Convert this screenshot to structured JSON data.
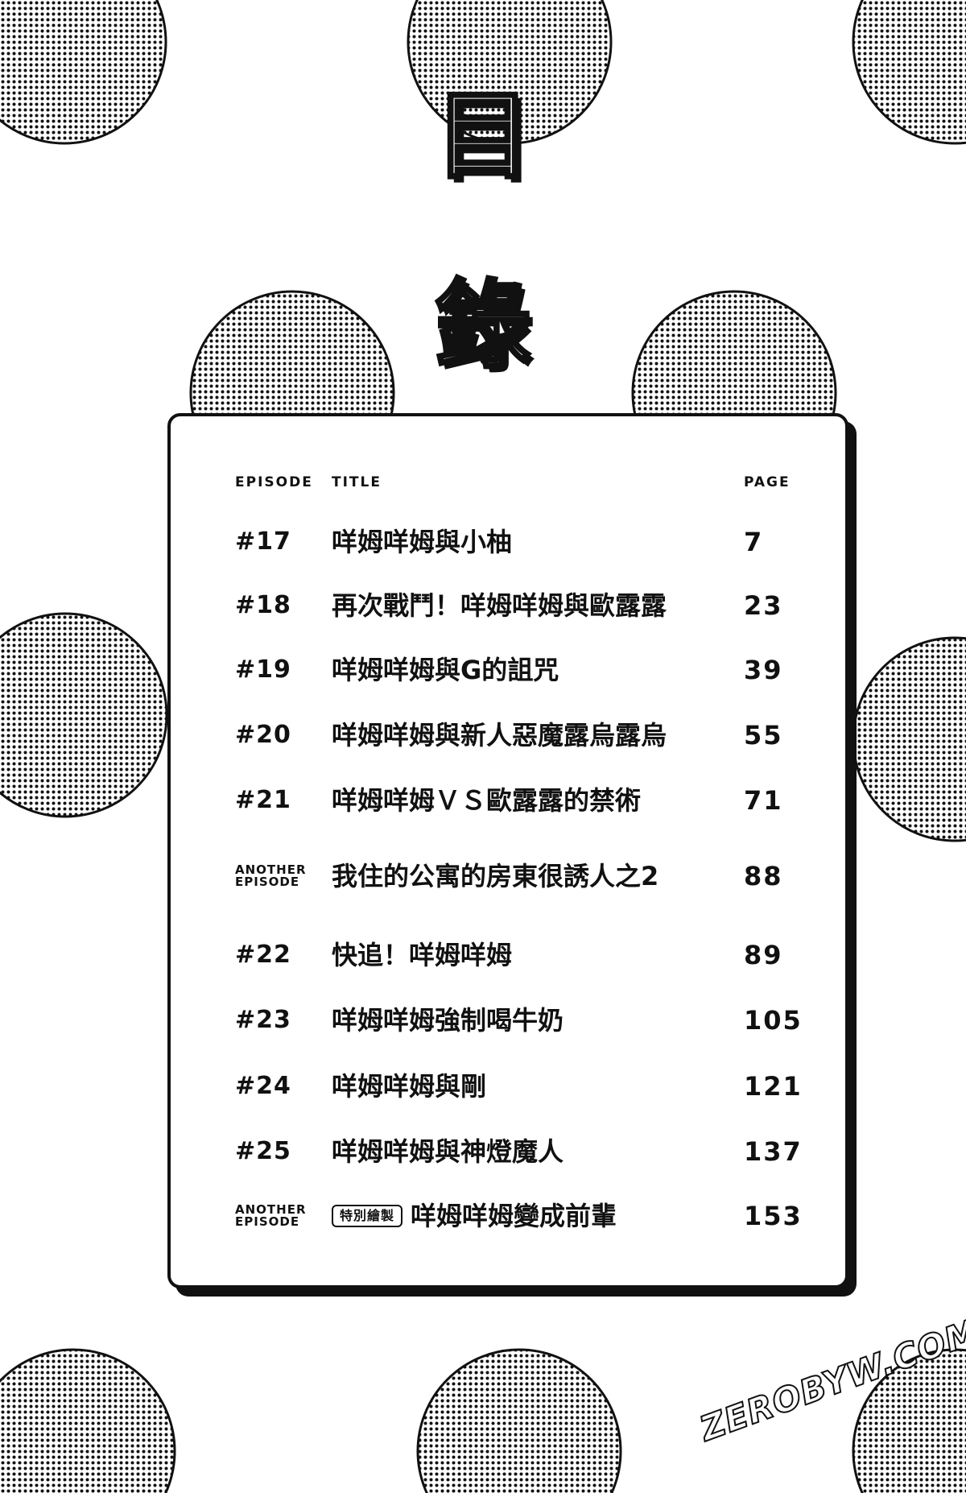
{
  "heading": {
    "line1": "目",
    "line2": "錄"
  },
  "columns": {
    "episode": "EPISODE",
    "title": "TITLE",
    "page": "PAGE"
  },
  "entries": [
    {
      "episode": "#17",
      "title": "咩姆咩姆與小柚",
      "page": "7"
    },
    {
      "episode": "#18",
      "title": "再次戰鬥！咩姆咩姆與歐露露",
      "page": "23"
    },
    {
      "episode": "#19",
      "title": "咩姆咩姆與G的詛咒",
      "page": "39"
    },
    {
      "episode": "#20",
      "title": "咩姆咩姆與新人惡魔露烏露烏",
      "page": "55"
    },
    {
      "episode": "#21",
      "title": "咩姆咩姆ＶＳ歐露露的禁術",
      "page": "71"
    },
    {
      "episode_line1": "ANOTHER",
      "episode_line2": "EPISODE",
      "title": "我住的公寓的房東很誘人之2",
      "page": "88"
    },
    {
      "episode": "#22",
      "title": "快追！咩姆咩姆",
      "page": "89"
    },
    {
      "episode": "#23",
      "title": "咩姆咩姆強制喝牛奶",
      "page": "105"
    },
    {
      "episode": "#24",
      "title": "咩姆咩姆與剛",
      "page": "121"
    },
    {
      "episode": "#25",
      "title": "咩姆咩姆與神燈魔人",
      "page": "137"
    },
    {
      "episode_line1": "ANOTHER",
      "episode_line2": "EPISODE",
      "badge": "特別繪製",
      "title": "咩姆咩姆變成前輩",
      "page": "153"
    }
  ],
  "watermark": "ZEROBYW.COM",
  "colors": {
    "ink": "#111111",
    "paper": "#ffffff"
  }
}
